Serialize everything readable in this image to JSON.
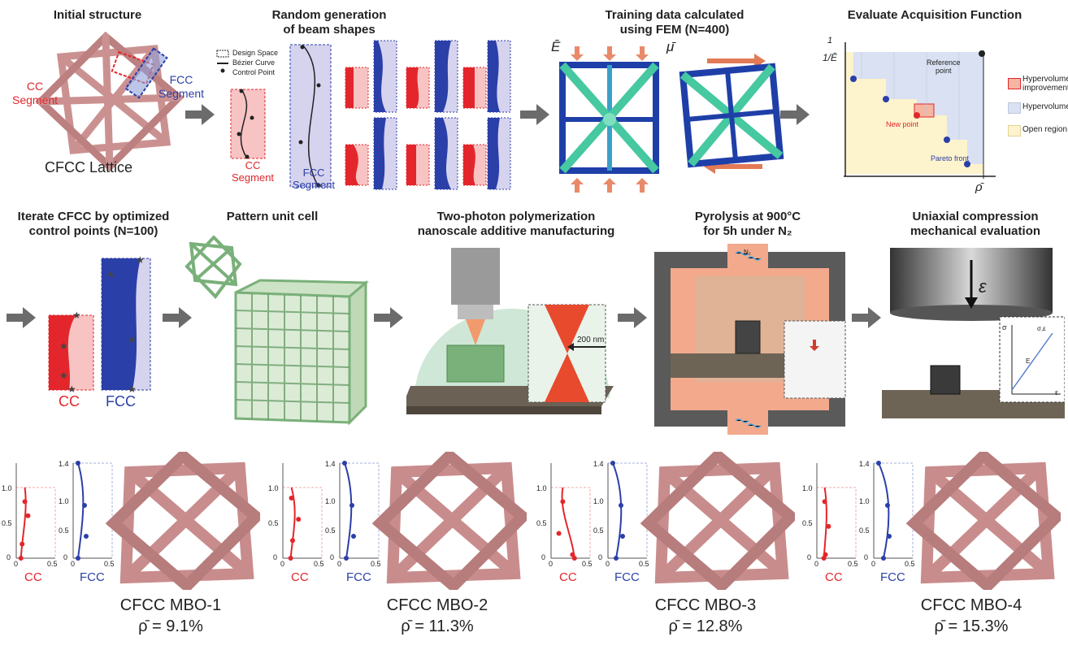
{
  "row1": {
    "initial": {
      "title": "Initial structure",
      "cc": "CC\nSegment",
      "fcc": "FCC\nSegment",
      "lattice": "CFCC Lattice"
    },
    "random": {
      "title": "Random generation\nof beam shapes",
      "legend": [
        "Design Space",
        "Bézier Curve",
        "Control Point"
      ],
      "cc": "CC\nSegment",
      "fcc": "FCC\nSegment"
    },
    "training": {
      "title": "Training data calculated\nusing FEM (N=400)",
      "e_label": "Ē",
      "mu_label": "μ̄"
    },
    "acq": {
      "title": "Evaluate Acquisition Function",
      "y_label": "1/Ē",
      "x_label": "ρ̄",
      "y_one": "1",
      "reference": "Reference\npoint",
      "new_point": "New point",
      "pareto": "Pareto front",
      "legend": [
        "Hypervolume\nimprovement",
        "Hypervolume",
        "Open region"
      ],
      "colors": {
        "hvi": "#f4b6a3",
        "hv": "#d9e1f2",
        "open": "#fdf3cc"
      }
    }
  },
  "row2": {
    "iterate": {
      "title": "Iterate CFCC by optimized\ncontrol points (N=100)",
      "cc": "CC",
      "fcc": "FCC"
    },
    "pattern": {
      "title": "Pattern unit cell"
    },
    "tpp": {
      "title": "Two-photon polymerization\nnanoscale additive manufacturing",
      "scale": "200 nm"
    },
    "pyro": {
      "title": "Pyrolysis at 900°C\nfor 5h under N₂",
      "n2": "N₂"
    },
    "uni": {
      "title": "Uniaxial compression\nmechanical evaluation",
      "eps": "ε",
      "sigma": "σ",
      "sigma_e": "σ,ε",
      "e": "E",
      "eps_axis": "ε"
    }
  },
  "results": [
    {
      "name": "CFCC MBO-1",
      "density": "ρ̄ = 9.1%",
      "cc": "CC",
      "fcc": "FCC",
      "yticks": [
        "1.4",
        "1.0",
        "0.5",
        "0"
      ],
      "cc_xticks": [
        "0",
        "0.5"
      ],
      "fcc_xticks": [
        "0",
        "0.5"
      ]
    },
    {
      "name": "CFCC MBO-2",
      "density": "ρ̄ = 11.3%",
      "cc": "CC",
      "fcc": "FCC",
      "yticks": [
        "1.4",
        "1.0",
        "0.5",
        "0"
      ],
      "cc_xticks": [
        "0",
        "0.5"
      ],
      "fcc_xticks": [
        "0",
        "0.5"
      ]
    },
    {
      "name": "CFCC MBO-3",
      "density": "ρ̄ = 12.8%",
      "cc": "CC",
      "fcc": "FCC",
      "yticks": [
        "1.4",
        "1.0",
        "0.5",
        "0"
      ],
      "cc_xticks": [
        "0",
        "0.5"
      ],
      "fcc_xticks": [
        "0",
        "0.5"
      ]
    },
    {
      "name": "CFCC MBO-4",
      "density": "ρ̄ = 15.3%",
      "cc": "CC",
      "fcc": "FCC",
      "yticks": [
        "1.4",
        "1.0",
        "0.5",
        "0"
      ],
      "cc_xticks": [
        "0",
        "0.5"
      ],
      "fcc_xticks": [
        "0",
        "0.5"
      ]
    }
  ],
  "colors": {
    "cc": "#e3262b",
    "fcc": "#2b3fa8",
    "lattice": "#c98c8c",
    "green": "#7ab07a",
    "arrow": "#6b6b6b"
  }
}
